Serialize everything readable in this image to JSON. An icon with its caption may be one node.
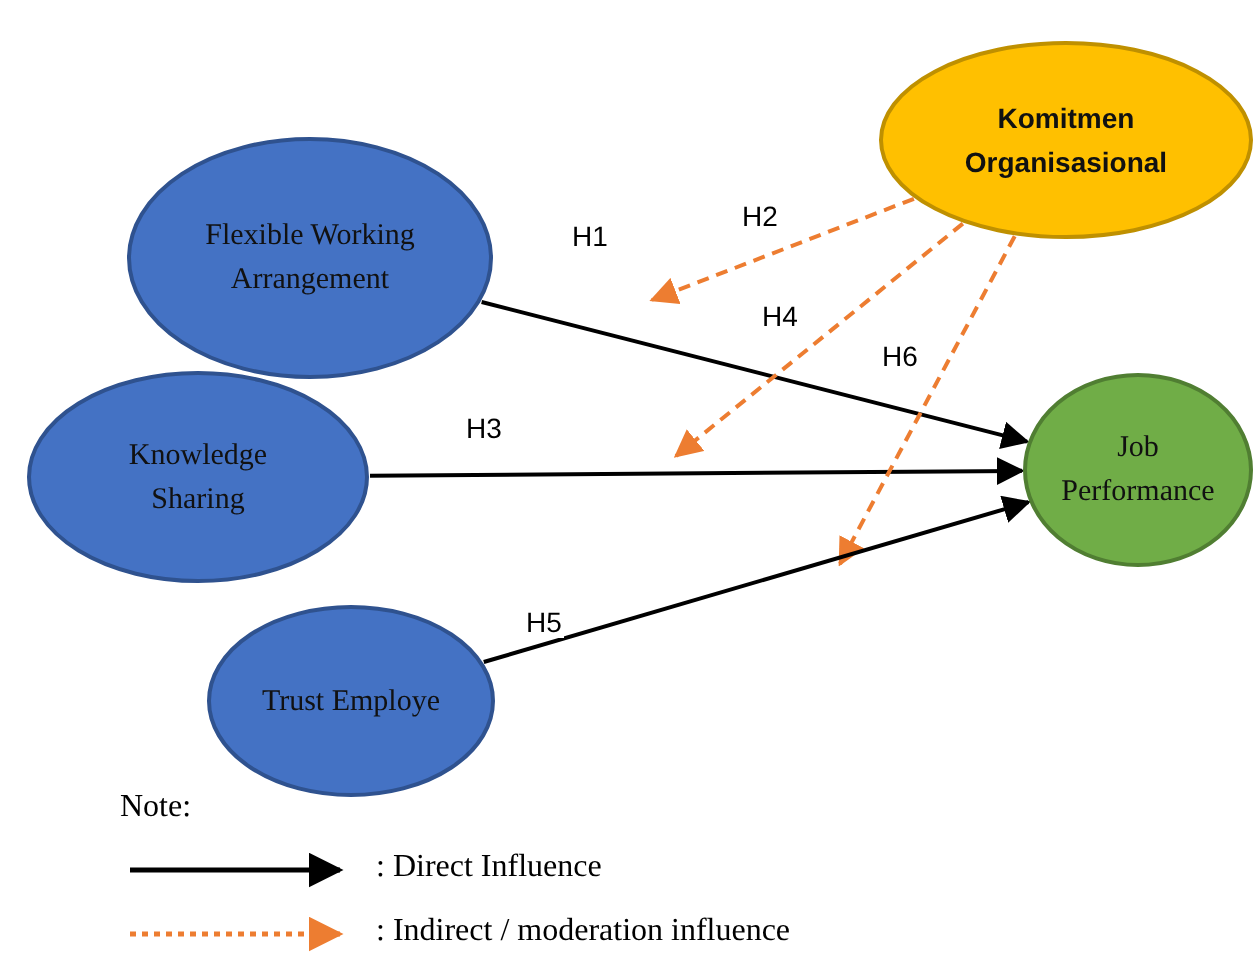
{
  "diagram": {
    "nodes": [
      {
        "text": [
          "Flexible Working Arrangement"
        ]
      },
      {
        "text": [
          "Knowledge Sharing"
        ]
      },
      {
        "text": [
          "Trust Employe"
        ]
      },
      {
        "text": [
          "Komitmen Organisasional"
        ]
      },
      {
        "text": [
          "Job Performance"
        ]
      }
    ],
    "edges": [
      {
        "from": 0,
        "to": 4,
        "arrow": "to",
        "label": "H1"
      },
      {
        "from": 3,
        "to": null,
        "arrow": "to",
        "label": "H2",
        "style": "dashed",
        "color": "#ed7d31"
      },
      {
        "from": 1,
        "to": 4,
        "arrow": "to",
        "label": "H3"
      },
      {
        "from": 3,
        "to": null,
        "arrow": "to",
        "label": "H4",
        "style": "dashed",
        "color": "#ed7d31"
      },
      {
        "from": 3,
        "to": null,
        "arrow": "to",
        "label": "H6",
        "style": "dashed",
        "color": "#ed7d31"
      },
      {
        "from": 2,
        "to": 4,
        "arrow": "to",
        "label": "H5"
      }
    ],
    "labels": [
      "Note:"
    ],
    "legend": [
      {
        "text": ": Direct Influence"
      },
      {
        "text": ": Indirect / moderation influence"
      }
    ]
  }
}
